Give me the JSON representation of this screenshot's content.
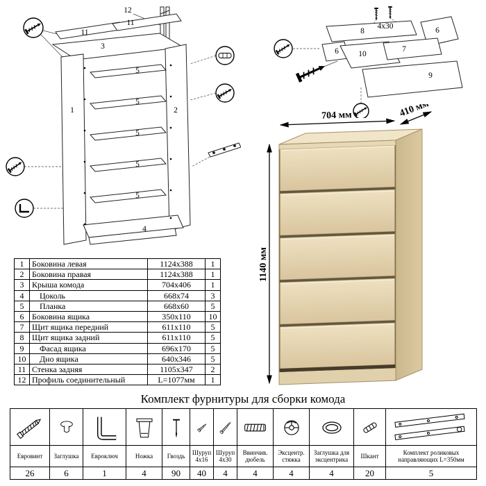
{
  "product": {
    "width_label": "704 мм",
    "depth_label": "410 мм",
    "height_label": "1140 мм",
    "colors": {
      "wood_front": "#e7d9b6",
      "wood_side": "#d5c298",
      "wood_top": "#f0e5c8",
      "drawer_gap": "#64573f",
      "line": "#000000"
    }
  },
  "frame_diagram": {
    "labels": {
      "p1": "1",
      "p2": "2",
      "p3": "3",
      "p4": "4",
      "p5a": "5",
      "p5b": "5",
      "p5c": "5",
      "p5d": "5",
      "p5e": "5",
      "p11a": "11",
      "p11b": "11",
      "p12": "12"
    }
  },
  "drawer_diagram": {
    "labels": {
      "p6a": "6",
      "p6b": "6",
      "p7": "7",
      "p8": "8",
      "p9": "9",
      "p10": "10",
      "screw_size": "4x30"
    }
  },
  "parts_table": {
    "rows": [
      {
        "num": "1",
        "name": "Боковина левая",
        "size": "1124x388",
        "qty": "1"
      },
      {
        "num": "2",
        "name": "Боковина правая",
        "size": "1124x388",
        "qty": "1"
      },
      {
        "num": "3",
        "name": "Крыша комода",
        "size": "704x406",
        "qty": "1"
      },
      {
        "num": "4",
        "name": "Цоколь",
        "size": "668x74",
        "qty": "3"
      },
      {
        "num": "5",
        "name": "Планка",
        "size": "668x60",
        "qty": "5"
      },
      {
        "num": "6",
        "name": "Боковина ящика",
        "size": "350x110",
        "qty": "10"
      },
      {
        "num": "7",
        "name": "Щит ящика передний",
        "size": "611x110",
        "qty": "5"
      },
      {
        "num": "8",
        "name": "Щит ящика задний",
        "size": "611x110",
        "qty": "5"
      },
      {
        "num": "9",
        "name": "Фасад ящика",
        "size": "696x170",
        "qty": "5"
      },
      {
        "num": "10",
        "name": "Дно ящика",
        "size": "640x346",
        "qty": "5"
      },
      {
        "num": "11",
        "name": "Стенка задняя",
        "size": "1105x347",
        "qty": "2"
      },
      {
        "num": "12",
        "name": "Профиль соединительный",
        "size": "L=1077мм",
        "qty": "1"
      }
    ]
  },
  "hardware": {
    "title": "Комплект фурнитуры для сборки комода",
    "items": [
      {
        "name": "Евровинт",
        "qty": "26",
        "icon": "confirmat-screw-icon"
      },
      {
        "name": "Заглушка",
        "qty": "6",
        "icon": "cap-icon"
      },
      {
        "name": "Евроключ",
        "qty": "1",
        "icon": "hex-key-icon"
      },
      {
        "name": "Ножка",
        "qty": "4",
        "icon": "leg-icon"
      },
      {
        "name": "Гвоздь",
        "qty": "90",
        "icon": "nail-icon"
      },
      {
        "name": "Шуруп 4x16",
        "qty": "40",
        "icon": "screw-small-icon"
      },
      {
        "name": "Шуруп 4x30",
        "qty": "4",
        "icon": "screw-large-icon"
      },
      {
        "name": "Ввинчив. дюбель",
        "qty": "4",
        "icon": "screw-in-dowel-icon"
      },
      {
        "name": "Эксцентр. стяжка",
        "qty": "4",
        "icon": "cam-lock-icon"
      },
      {
        "name": "Заглушка для эксцентрика",
        "qty": "4",
        "icon": "cam-cap-icon"
      },
      {
        "name": "Шкант",
        "qty": "20",
        "icon": "wooden-dowel-icon"
      },
      {
        "name": "Комплект роликовых направляющих L=350мм",
        "qty": "5",
        "icon": "roller-guides-icon"
      }
    ]
  }
}
